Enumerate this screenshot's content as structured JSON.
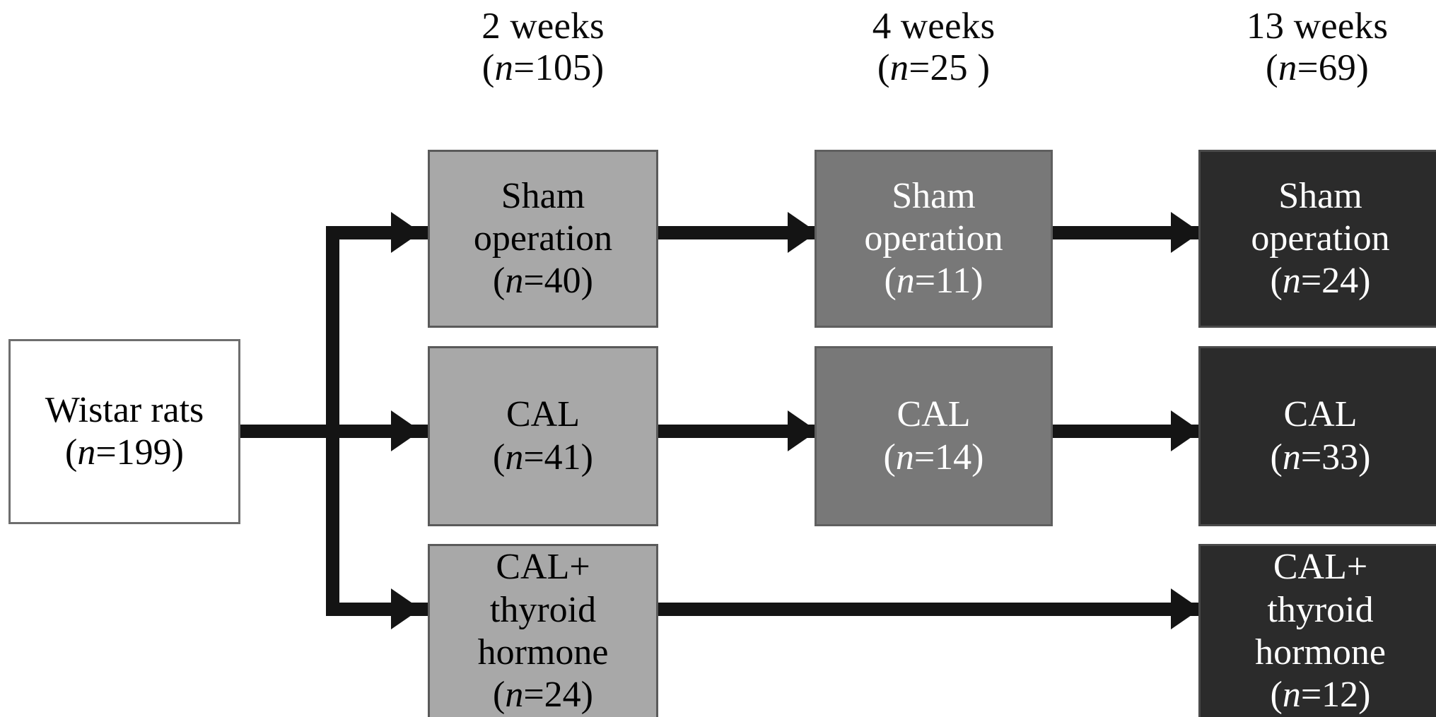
{
  "figure": {
    "type": "flowchart",
    "orientation": "left-to-right",
    "description": "Experimental design flow of Wistar rats allocated to three treatment groups across three time points"
  },
  "columns": [
    {
      "id": "week2",
      "time_label": "2 weeks",
      "count_label": "(n=105)",
      "n": 105,
      "fill": "#a8a8a8",
      "text_color": "#000000"
    },
    {
      "id": "week4",
      "time_label": "4 weeks",
      "count_label": "(n=25 )",
      "n": 25,
      "fill": "#787878",
      "text_color": "#ffffff"
    },
    {
      "id": "week13",
      "time_label": "13 weeks",
      "count_label": "(n=69)",
      "n": 69,
      "fill": "#2b2b2b",
      "text_color": "#ffffff"
    }
  ],
  "root": {
    "title": "Wistar rats",
    "count_label": "(n=199)",
    "n": 199,
    "fill": "#ffffff",
    "text_color": "#000000"
  },
  "nodes": {
    "week2": {
      "sham": {
        "lines": [
          "Sham",
          "operation"
        ],
        "count_label": "(n=40)",
        "n": 40
      },
      "cal": {
        "lines": [
          "CAL"
        ],
        "count_label": "(n=41)",
        "n": 41
      },
      "thyroid": {
        "lines": [
          "CAL+",
          "thyroid",
          "hormone"
        ],
        "count_label": "(n=24)",
        "n": 24
      }
    },
    "week4": {
      "sham": {
        "lines": [
          "Sham",
          "operation"
        ],
        "count_label": "(n=11)",
        "n": 11
      },
      "cal": {
        "lines": [
          "CAL"
        ],
        "count_label": "(n=14)",
        "n": 14
      }
    },
    "week13": {
      "sham": {
        "lines": [
          "Sham",
          "operation"
        ],
        "count_label": "(n=24)",
        "n": 24
      },
      "cal": {
        "lines": [
          "CAL"
        ],
        "count_label": "(n=33)",
        "n": 33
      },
      "thyroid": {
        "lines": [
          "CAL+",
          "thyroid",
          "hormone"
        ],
        "count_label": "(n=12)",
        "n": 12
      }
    }
  },
  "symbols": {
    "n_italic": "n",
    "arrow": "arrow-right"
  }
}
